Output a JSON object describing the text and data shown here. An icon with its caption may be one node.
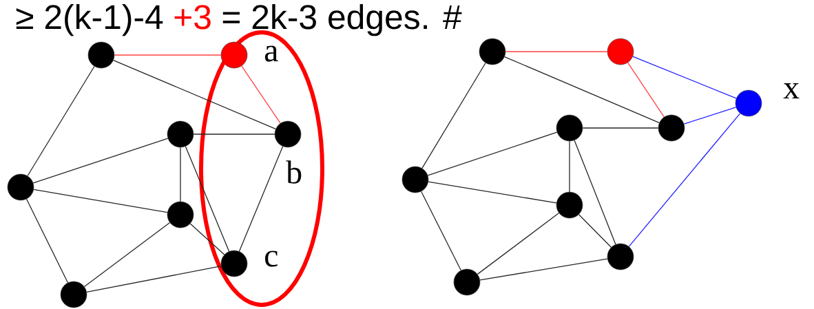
{
  "diagram": {
    "nodes": [
      {
        "text": [],
        "shape": "circle"
      },
      {
        "text": [],
        "shape": "circle",
        "beside": [
          "a"
        ]
      },
      {
        "text": [],
        "shape": "circle",
        "beside": [
          "b"
        ]
      },
      {
        "text": [],
        "shape": "circle"
      },
      {
        "text": [],
        "shape": "circle"
      },
      {
        "text": [],
        "shape": "circle"
      },
      {
        "text": [],
        "shape": "circle",
        "beside": [
          "c"
        ]
      },
      {
        "text": [],
        "shape": "circle"
      },
      {
        "text": [],
        "shape": "circle"
      },
      {
        "text": [],
        "shape": "circle"
      },
      {
        "text": [],
        "shape": "circle"
      },
      {
        "text": [],
        "shape": "circle"
      },
      {
        "text": [],
        "shape": "circle"
      },
      {
        "text": [],
        "shape": "circle"
      },
      {
        "text": [],
        "shape": "circle"
      },
      {
        "text": [],
        "shape": "circle"
      },
      {
        "text": [],
        "shape": "circle",
        "beside": [
          "x"
        ]
      }
    ],
    "edges": [
      {
        "from": 0,
        "to": 1,
        "arrow": "none",
        "color": "#ff4040"
      },
      {
        "from": 0,
        "to": 2,
        "arrow": "none"
      },
      {
        "from": 1,
        "to": 2,
        "arrow": "none",
        "color": "#ff4040"
      },
      {
        "from": 0,
        "to": 4,
        "arrow": "none"
      },
      {
        "from": 3,
        "to": 2,
        "arrow": "none"
      },
      {
        "from": 3,
        "to": 4,
        "arrow": "none"
      },
      {
        "from": 3,
        "to": 5,
        "arrow": "none"
      },
      {
        "from": 3,
        "to": 6,
        "arrow": "none"
      },
      {
        "from": 2,
        "to": 6,
        "arrow": "none"
      },
      {
        "from": 4,
        "to": 5,
        "arrow": "none"
      },
      {
        "from": 4,
        "to": 7,
        "arrow": "none"
      },
      {
        "from": 5,
        "to": 7,
        "arrow": "none"
      },
      {
        "from": 5,
        "to": 6,
        "arrow": "none"
      },
      {
        "from": 7,
        "to": 6,
        "arrow": "none"
      },
      {
        "from": 8,
        "to": 9,
        "arrow": "none",
        "color": "#ff4040"
      },
      {
        "from": 8,
        "to": 10,
        "arrow": "none"
      },
      {
        "from": 9,
        "to": 10,
        "arrow": "none",
        "color": "#ff4040"
      },
      {
        "from": 8,
        "to": 12,
        "arrow": "none"
      },
      {
        "from": 11,
        "to": 10,
        "arrow": "none"
      },
      {
        "from": 11,
        "to": 12,
        "arrow": "none"
      },
      {
        "from": 11,
        "to": 13,
        "arrow": "none"
      },
      {
        "from": 11,
        "to": 14,
        "arrow": "none"
      },
      {
        "from": 12,
        "to": 13,
        "arrow": "none"
      },
      {
        "from": 12,
        "to": 15,
        "arrow": "none"
      },
      {
        "from": 13,
        "to": 15,
        "arrow": "none"
      },
      {
        "from": 13,
        "to": 14,
        "arrow": "none"
      },
      {
        "from": 15,
        "to": 14,
        "arrow": "none"
      },
      {
        "from": 9,
        "to": 16,
        "arrow": "none",
        "color": "#2020ff"
      },
      {
        "from": 10,
        "to": 16,
        "arrow": "none",
        "color": "#2020ff"
      },
      {
        "from": 14,
        "to": 16,
        "arrow": "none",
        "color": "#2020ff"
      }
    ],
    "labels": [
      "≥ 2(k-1)-4",
      "+3",
      "= 2k-3 edges.  #"
    ]
  }
}
